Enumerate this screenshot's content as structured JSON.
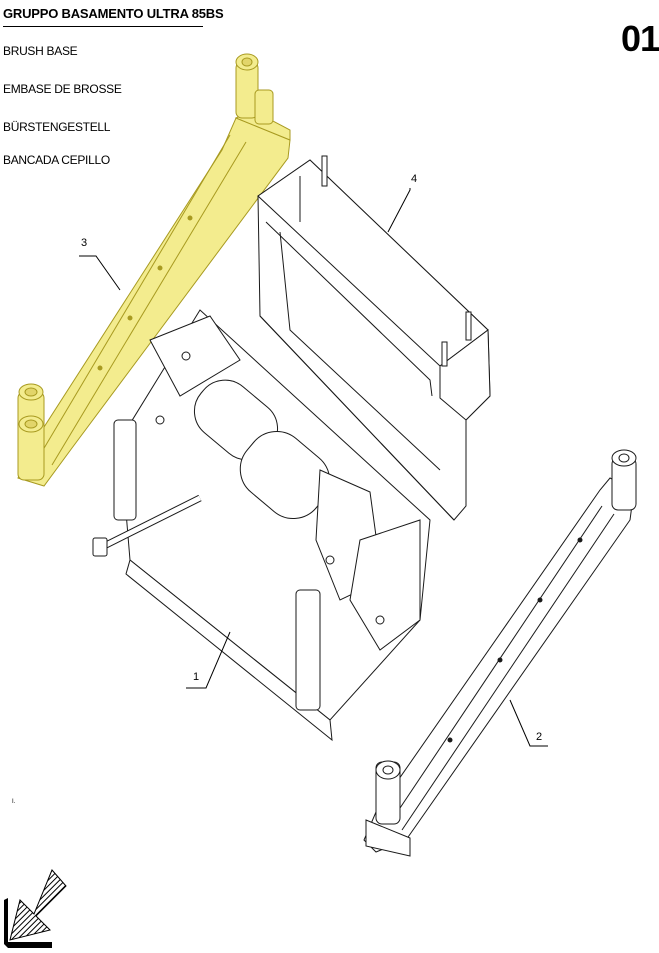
{
  "header": {
    "title": "GRUPPO BASAMENTO ULTRA 85BS",
    "page_number": "01",
    "descriptions": [
      "BRUSH BASE",
      "EMBASE DE BROSSE",
      "BÜRSTENGESTELL",
      "BANCADA CEPILLO"
    ]
  },
  "callouts": [
    "1",
    "2",
    "3",
    "4"
  ],
  "footnote": "I.",
  "colors": {
    "highlight": "#f3ec8e",
    "highlight_stroke": "#a89a20",
    "line": "#1a1a1a"
  },
  "icons": {
    "orientation_arrow": "hatched-arrow-icon"
  }
}
